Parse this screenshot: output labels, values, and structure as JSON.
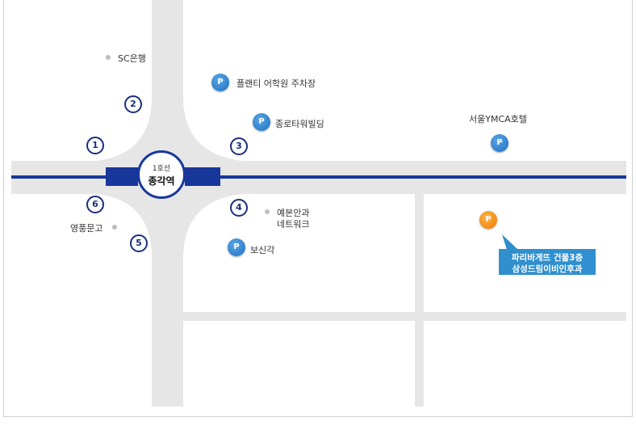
{
  "station": {
    "line": "1호선",
    "name": "종각역"
  },
  "exits": [
    "1",
    "2",
    "3",
    "4",
    "5",
    "6"
  ],
  "parking_label": "P",
  "landmarks": {
    "sc_bank": "SC은행",
    "yeongpung": "영풍문고",
    "plenty": "플랜티 어학원 주차장",
    "jongno_tower": "종로타워빌딩",
    "seoul_ymca": "서울YMCA호텔",
    "yebon_1": "예본안과",
    "yebon_2": "네트워크",
    "bosingak": "보신각"
  },
  "callout": {
    "line1": "파리바게뜨 건물3층",
    "line2": "삼성드림이비인후과"
  },
  "colors": {
    "road": "#e6e6e6",
    "subway": "#17379b",
    "parking": "#1d6fbf",
    "destination": "#ee7a00",
    "callout": "#2f8fcf"
  }
}
